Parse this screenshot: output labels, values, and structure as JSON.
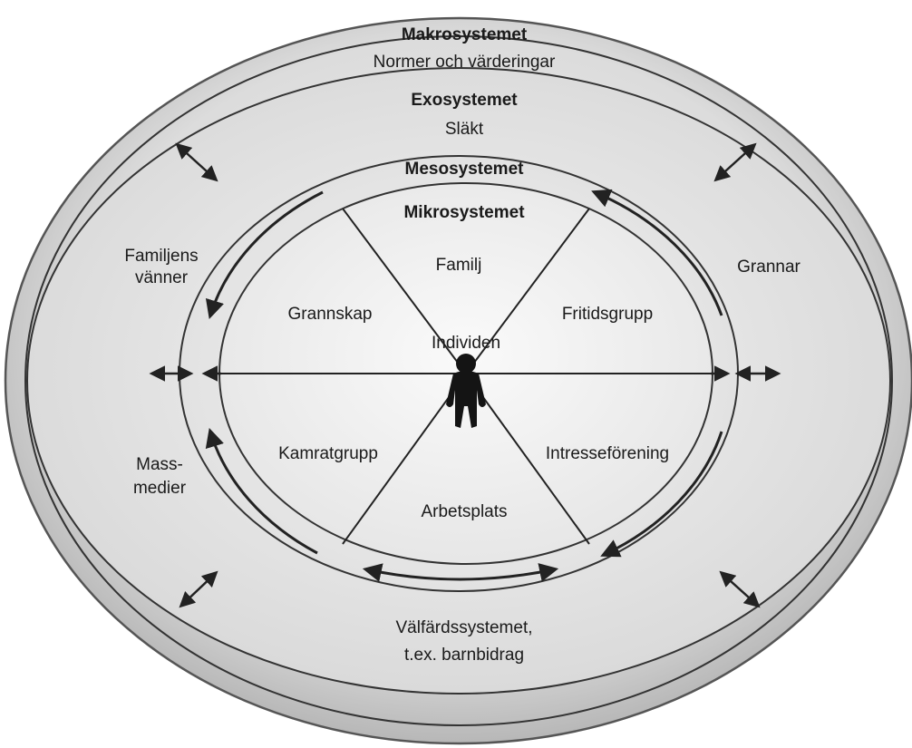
{
  "rings": {
    "makro": {
      "title": "Makrosystemet",
      "subtitle": "Normer och värderingar"
    },
    "exo": {
      "title": "Exosystemet",
      "subtitle": "Släkt"
    },
    "meso": {
      "title": "Mesosystemet"
    },
    "mikro": {
      "title": "Mikrosystemet"
    }
  },
  "exo_items": {
    "left_top": [
      "Familjens",
      "vänner"
    ],
    "left_bottom": [
      "Mass-",
      "medier"
    ],
    "right": "Grannar",
    "bottom": [
      "Välfärdssystemet,",
      "t.ex. barnbidrag"
    ]
  },
  "segments": {
    "top": "Familj",
    "upper_left": "Grannskap",
    "upper_right": "Fritidsgrupp",
    "lower_left": "Kamratgrupp",
    "lower_right": "Intresseförening",
    "bottom": "Arbetsplats"
  },
  "center": {
    "label": "Individen",
    "icon": "person-icon"
  },
  "colors": {
    "ring_outer": "#c9c9c9",
    "ring_fill": "#e6e6e6",
    "center_fill": "#f0f0f0",
    "line": "#222222",
    "figure": "#141414"
  }
}
